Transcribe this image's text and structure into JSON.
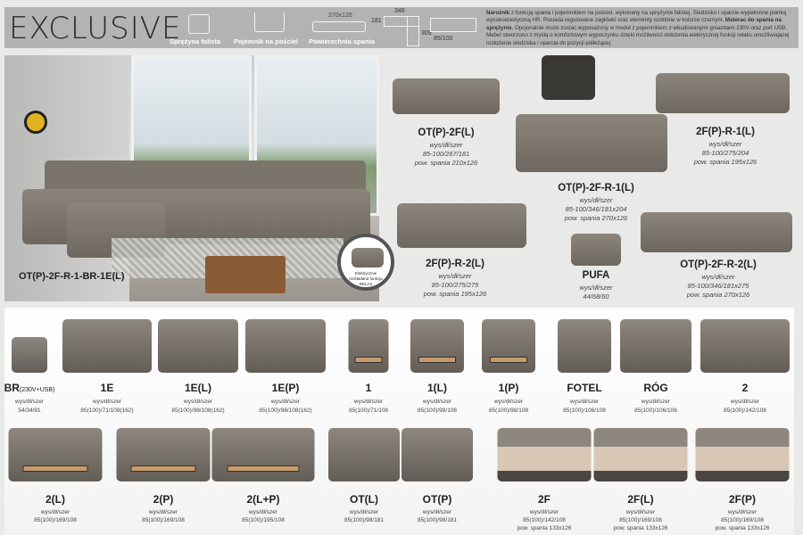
{
  "brand": "EXCLUSIVE",
  "features": [
    {
      "label": "Sprężyna falista",
      "icon": "wave-spring-icon"
    },
    {
      "label": "Pojemnik na pościel",
      "icon": "bedding-container-icon"
    },
    {
      "label": "Powierzchnia spania",
      "icon": "sleeping-area-icon",
      "size": "270x126"
    }
  ],
  "diagram": {
    "width": "346",
    "depth": "181",
    "total": "309",
    "height": "85/100"
  },
  "description": {
    "bold1": "Narożnik",
    "text1": " z funkcją spania i pojemnikiem na pościel, wykonany na sprężynie falistej. Siedzisko i oparcie wypełnione pianką wysokoelastyczną HR. Posiada regulowane zagłówki oraz elementy ozdobne w kolorze czarnym. ",
    "bold2": "Materac do spania na sprężynie.",
    "text2": " Opcjonalnie może zostać wyposażony w moduł z pojemnikiem z wbudowanymi gniazdami 230V oraz port USB. Mebel stworzono z myślą o komfortowym wypoczynku dzięki możliwości dołożenia elektrycznej funkcji relaks umożliwiającej rozłożenie siedziska i oparcia do pozycji półleżącej."
  },
  "hero": {
    "label": "OT(P)-2F-R-1-BR-1E(L)",
    "badge": "Elektrycznie rozkładana funkcja RELAX"
  },
  "sets": [
    {
      "name": "OT(P)-2F(L)",
      "lines": [
        "wys/dł/szer",
        "85-100/267/181",
        "pow. spania 210x126"
      ]
    },
    {
      "name": "2F(P)-R-1(L)",
      "lines": [
        "wys/dł/szer",
        "85-100/275/204",
        "pow. spania 195x126"
      ]
    },
    {
      "name": "OT(P)-2F-R-1(L)",
      "lines": [
        "wys/dł/szer",
        "85-100/346/181x204",
        "pow. spania 270x126"
      ]
    },
    {
      "name": "2F(P)-R-2(L)",
      "lines": [
        "wys/dł/szer",
        "85-100/275/275",
        "pow. spania 195x126"
      ]
    },
    {
      "name": "PUFA",
      "lines": [
        "wys/dł/szer",
        "44/68/60"
      ]
    },
    {
      "name": "OT(P)-2F-R-2(L)",
      "lines": [
        "wys/dł/szer",
        "85-100/346/181x275",
        "pow. spania 270x126"
      ]
    }
  ],
  "modules_row1": [
    {
      "name": "BR",
      "suffix": "(230V+USB)",
      "lines": [
        "wys/dł/szer",
        "54/34/91"
      ]
    },
    {
      "name": "1E",
      "lines": [
        "wys/dł/szer",
        "85(100)/71/108(162)"
      ]
    },
    {
      "name": "1E(L)",
      "lines": [
        "wys/dł/szer",
        "85(100)/98/108(162)"
      ]
    },
    {
      "name": "1E(P)",
      "lines": [
        "wys/dł/szer",
        "85(100)/98/108(162)"
      ]
    },
    {
      "name": "1",
      "lines": [
        "wys/dł/szer",
        "85(100)/71/108"
      ]
    },
    {
      "name": "1(L)",
      "lines": [
        "wys/dł/szer",
        "85(100)/98/108"
      ]
    },
    {
      "name": "1(P)",
      "lines": [
        "wys/dł/szer",
        "85(100)/98/108"
      ]
    },
    {
      "name": "FOTEL",
      "lines": [
        "wys/dł/szer",
        "85(100)/106/108"
      ]
    },
    {
      "name": "RÓG",
      "lines": [
        "wys/dł/szer",
        "85(100)/106/106"
      ]
    },
    {
      "name": "2",
      "lines": [
        "wys/dł/szer",
        "85(100)/142/108"
      ]
    }
  ],
  "modules_row2": [
    {
      "name": "2(L)",
      "lines": [
        "wys/dł/szer",
        "85(100)/169/108"
      ]
    },
    {
      "name": "2(P)",
      "lines": [
        "wys/dł/szer",
        "85(100)/169/108"
      ]
    },
    {
      "name": "2(L+P)",
      "lines": [
        "wys/dł/szer",
        "85(100)/195/108"
      ]
    },
    {
      "name": "OT(L)",
      "lines": [
        "wys/dł/szer",
        "85(100)/98/181"
      ]
    },
    {
      "name": "OT(P)",
      "lines": [
        "wys/dł/szer",
        "85(100)/98/181"
      ]
    },
    {
      "name": "2F",
      "lines": [
        "wys/dł/szer",
        "85(100)/142/108",
        "pow. spania 133x126"
      ]
    },
    {
      "name": "2F(L)",
      "lines": [
        "wys/dł/szer",
        "85(100)/169/108",
        "pow. spania 133x126"
      ]
    },
    {
      "name": "2F(P)",
      "lines": [
        "wys/dł/szer",
        "85(100)/169/108",
        "pow. spania 133x126"
      ]
    }
  ]
}
